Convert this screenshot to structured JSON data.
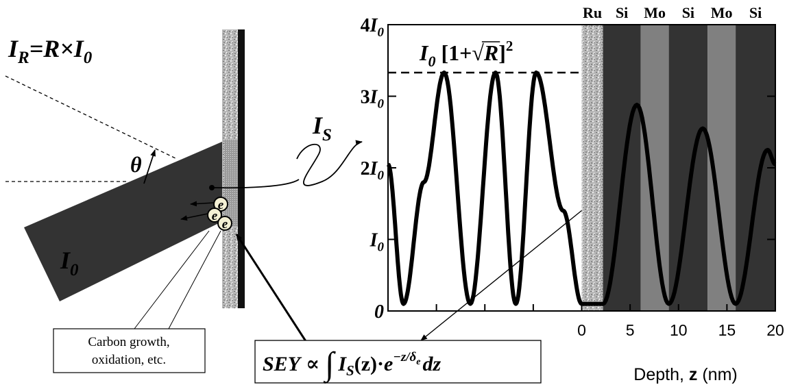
{
  "left_panel": {
    "reflected_label": "I",
    "reflected_sub": "R",
    "reflected_eq": "=R×I",
    "reflected_eq_sub": "0",
    "theta": "θ",
    "incident_label": "I",
    "incident_sub": "0",
    "standing_wave_label": "I",
    "standing_wave_sub": "S",
    "electron": "e",
    "callout_line1": "Carbon growth,",
    "callout_line2": "oxidation, etc.",
    "formula_sey": "SEY",
    "formula_prop": "∝",
    "formula_int": "∫",
    "formula_is": "I",
    "formula_is_sub": "S",
    "formula_z": "(z)",
    "formula_dot": "·",
    "formula_e": "e",
    "formula_exp": "−z/δ",
    "formula_exp_sub": "e",
    "formula_dz": "dz"
  },
  "chart_data": {
    "type": "line",
    "ytick_labels": [
      "0",
      "I0",
      "2I0",
      "3I0",
      "4I0"
    ],
    "yticks": [
      0,
      1,
      2,
      3,
      4
    ],
    "ylim": [
      0,
      4
    ],
    "xticks": [
      0,
      5,
      10,
      15,
      20
    ],
    "xlim": [
      -20,
      20
    ],
    "xlabel_prefix": "Depth, ",
    "xlabel_var": "z",
    "xlabel_unit": " (nm)",
    "max_annotation": {
      "value": 3.33,
      "prefix": "I",
      "sub": "0",
      "bracket_open": " [1+",
      "sqrt_arg": "R",
      "bracket_close": "]",
      "power": "2"
    },
    "layers": [
      {
        "name": "Ru",
        "from": 0,
        "to": 2.2,
        "color": "#c8c8c8"
      },
      {
        "name": "Si",
        "from": 2.2,
        "to": 6.1,
        "color": "#333333"
      },
      {
        "name": "Mo",
        "from": 6.1,
        "to": 9.0,
        "color": "#808080"
      },
      {
        "name": "Si",
        "from": 9.0,
        "to": 13.0,
        "color": "#333333"
      },
      {
        "name": "Mo",
        "from": 13.0,
        "to": 15.9,
        "color": "#808080"
      },
      {
        "name": "Si",
        "from": 15.9,
        "to": 20,
        "color": "#333333"
      }
    ],
    "series": [
      {
        "name": "",
        "x": [
          -20,
          -18.4,
          -16.3,
          -14.2,
          -11.5,
          -8.9,
          -6.8,
          -4.7,
          -1.9,
          0,
          2.2,
          5.7,
          9.0,
          12.5,
          15.9,
          19.2,
          20
        ],
        "y": [
          2.05,
          0.1,
          1.8,
          3.33,
          0.1,
          3.33,
          0.1,
          3.33,
          1.4,
          0.1,
          0.1,
          2.88,
          0.1,
          2.55,
          0.1,
          2.25,
          2.05
        ]
      }
    ]
  }
}
